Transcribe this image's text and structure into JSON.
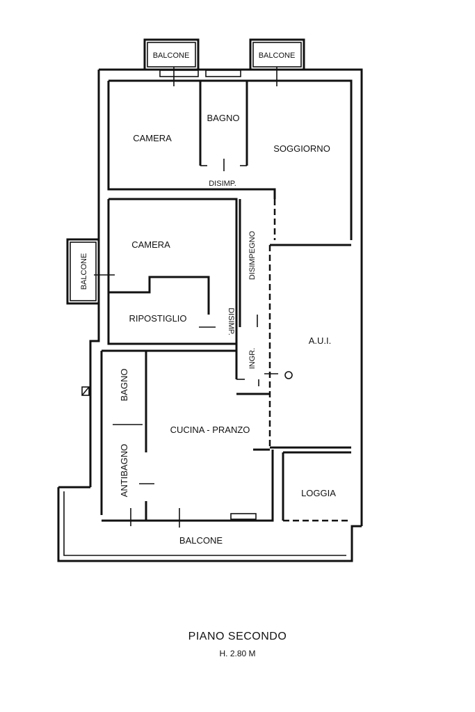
{
  "rooms": {
    "balcone_top_left": "BALCONE",
    "balcone_top_right": "BALCONE",
    "camera_1": "CAMERA",
    "bagno_1": "BAGNO",
    "soggiorno": "SOGGIORNO",
    "disimp_1": "DISIMP.",
    "camera_2": "CAMERA",
    "disimpegno": "DISIMPEGNO",
    "balcone_left": "BALCONE",
    "ripostiglio": "RIPOSTIGLIO",
    "disimp_2": "DISIMP.",
    "aui": "A.U.I.",
    "ingr": "INGR.",
    "bagno_2": "BAGNO",
    "cucina_pranzo": "CUCINA - PRANZO",
    "antibagno": "ANTIBAGNO",
    "loggia": "LOGGIA",
    "balcone_bottom": "BALCONE"
  },
  "title": "PIANO SECONDO",
  "height": "H. 2.80 M"
}
